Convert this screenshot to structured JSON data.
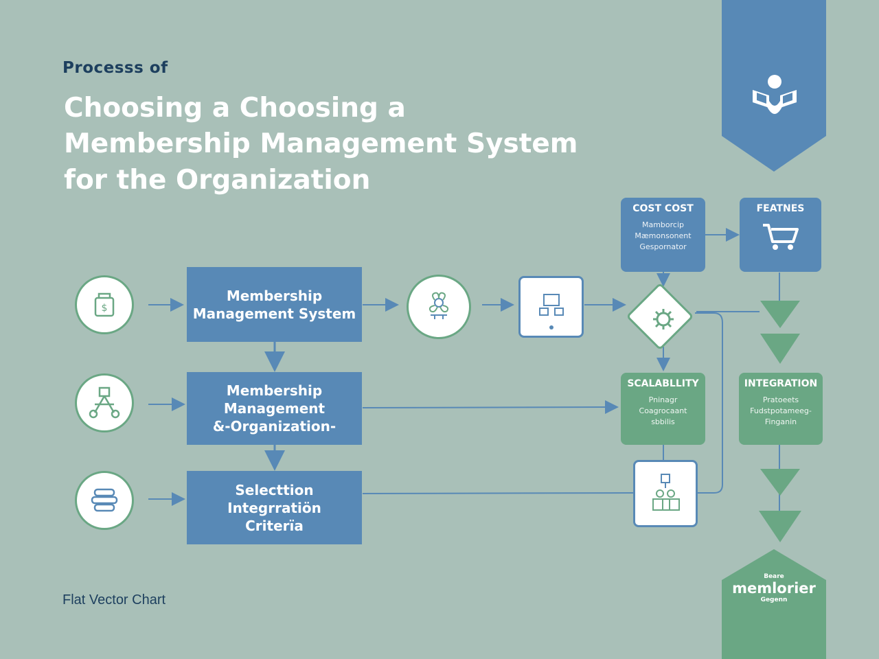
{
  "header": {
    "overline": "Processs of",
    "title_lines": [
      "Choosing a Choosing a",
      "Membership Management System",
      "for the Organization"
    ]
  },
  "footer": "Flat Vector Chart",
  "colors": {
    "background": "#a9c0b8",
    "blue": "#5889b6",
    "green": "#6aa784",
    "dark_text": "#1d3f5e"
  },
  "flow": {
    "row1_circle_icon": "bag-dollar-icon",
    "row2_circle_icon": "network-icon",
    "row3_circle_icon": "database-icon",
    "box1": [
      "Membership",
      "Management System"
    ],
    "box2": [
      "Membership",
      "Management",
      "&-Organization-"
    ],
    "box3": [
      "Selecttion",
      "Integrratiön",
      "Criterïa"
    ],
    "mid_circle_icon": "flower-icon",
    "device_icon": "computer-icon",
    "diamond_icon": "gear-icon",
    "people_icon": "team-icon"
  },
  "cards": {
    "cost": {
      "heading": "COST COST",
      "lines": [
        "Mamborcip",
        "Mæmonsonent",
        "Gespornator"
      ]
    },
    "features": {
      "heading": "FEATNES",
      "icon": "cart-icon"
    },
    "scalability": {
      "heading": "SCALABLLITY",
      "lines": [
        "Pninagr",
        "Coagrocaant",
        "sbbilis"
      ]
    },
    "integration": {
      "heading": "INTEGRATION",
      "lines": [
        "Pratoeets",
        "Fudstpotameeg-",
        "Finganin"
      ]
    }
  },
  "banner_icon": "person-reading-icon",
  "bottom_badge": {
    "small_top": "Beare",
    "big": "memlorier",
    "small_bottom": "Gegenn"
  }
}
